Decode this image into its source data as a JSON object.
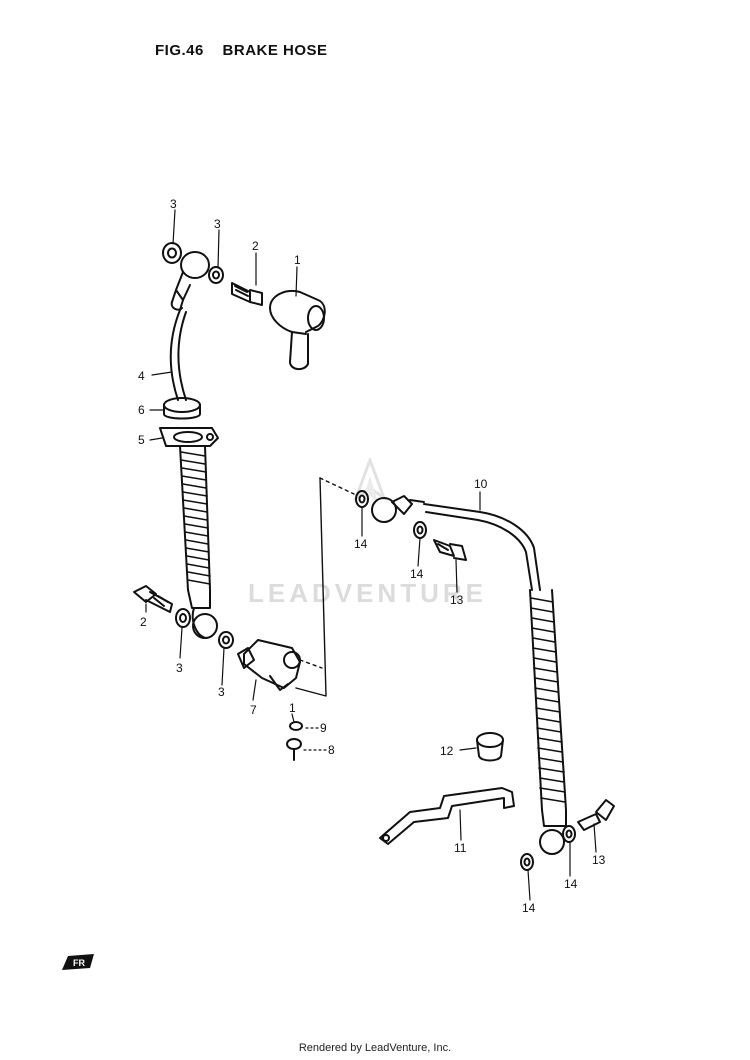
{
  "figure": {
    "number": "FIG.46",
    "title": "BRAKE HOSE"
  },
  "callouts": [
    {
      "id": "c-1a",
      "label": "1"
    },
    {
      "id": "c-2a",
      "label": "2"
    },
    {
      "id": "c-3a",
      "label": "3"
    },
    {
      "id": "c-3b",
      "label": "3"
    },
    {
      "id": "c-4",
      "label": "4"
    },
    {
      "id": "c-6",
      "label": "6"
    },
    {
      "id": "c-5",
      "label": "5"
    },
    {
      "id": "c-2b",
      "label": "2"
    },
    {
      "id": "c-3c",
      "label": "3"
    },
    {
      "id": "c-3d",
      "label": "3"
    },
    {
      "id": "c-7",
      "label": "7"
    },
    {
      "id": "c-1b",
      "label": "1"
    },
    {
      "id": "c-9",
      "label": "9"
    },
    {
      "id": "c-8",
      "label": "8"
    },
    {
      "id": "c-10",
      "label": "10"
    },
    {
      "id": "c-14a",
      "label": "14"
    },
    {
      "id": "c-14b",
      "label": "14"
    },
    {
      "id": "c-13",
      "label": "13"
    },
    {
      "id": "c-12",
      "label": "12"
    },
    {
      "id": "c-11",
      "label": "11"
    },
    {
      "id": "c-13b",
      "label": "13"
    },
    {
      "id": "c-14c",
      "label": "14"
    },
    {
      "id": "c-14d",
      "label": "14"
    }
  ],
  "watermark": "LEADVENTURE",
  "badge": "FR",
  "footer": "Rendered by LeadVenture, Inc."
}
